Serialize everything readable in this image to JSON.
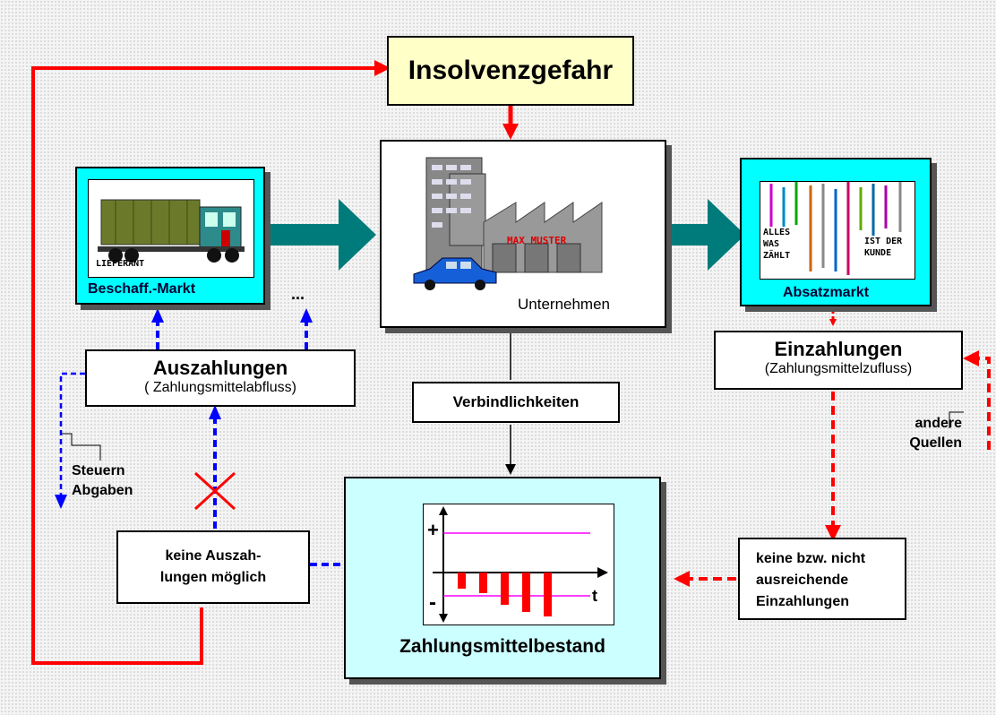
{
  "top_box": {
    "title": "Insolvenzgefahr"
  },
  "supplier": {
    "label": "Beschaff.-Markt",
    "truck_sign": "LIEFERANT",
    "ellipsis": "..."
  },
  "company": {
    "label": "Unternehmen",
    "building_sign": "MAX MUSTER"
  },
  "market": {
    "label": "Absatzmarkt",
    "sign_left_1": "ALLES",
    "sign_left_2": "WAS",
    "sign_left_3": "ZÄHLT",
    "sign_right_1": "IST DER",
    "sign_right_2": "KUNDE"
  },
  "outflow": {
    "title": "Auszahlungen",
    "subtitle": "( Zahlungsmittelabfluss)"
  },
  "inflow": {
    "title": "Einzahlungen",
    "subtitle": "(Zahlungsmittelzufluss)"
  },
  "liabilities": {
    "label": "Verbindlichkeiten"
  },
  "taxes": {
    "line1": "Steuern",
    "line2": "Abgaben"
  },
  "other_sources": {
    "line1": "andere",
    "line2": "Quellen"
  },
  "no_payments": {
    "line1": "keine Auszah-",
    "line2": "lungen möglich"
  },
  "no_income": {
    "line1": "keine bzw. nicht",
    "line2": "ausreichende",
    "line3": "Einzahlungen"
  },
  "cash": {
    "title": "Zahlungsmittelbestand",
    "plus": "+",
    "minus": "-",
    "t_label": "t",
    "bars": [
      0.35,
      0.45,
      0.7,
      0.85,
      0.95
    ]
  },
  "colors": {
    "red": "#ff0000",
    "blue": "#0000ff",
    "teal": "#007b7b",
    "cyan": "#00ffff",
    "yellow": "#ffffc8",
    "light_cyan": "#ccffff",
    "magenta": "#ff00ff"
  }
}
